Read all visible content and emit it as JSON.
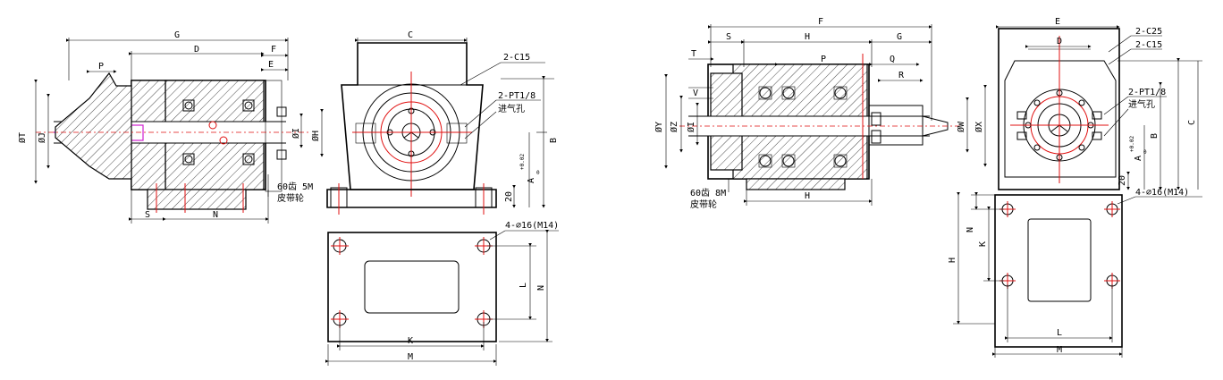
{
  "colors": {
    "line": "#000000",
    "center": "#e01010",
    "bore": "#d020d0",
    "background": "#ffffff"
  },
  "left": {
    "side": {
      "G": "G",
      "D": "D",
      "F": "F",
      "E": "E",
      "P": "P",
      "T": "ØT",
      "J": "ØJ",
      "I": "ØI",
      "H": "ØH",
      "S": "S",
      "N": "N",
      "belt": "60齿 5M",
      "belt2": "皮带轮"
    },
    "front": {
      "C": "C",
      "c15": "2-C15",
      "pt": "2-PT1/8",
      "air": "进气孔",
      "B": "B",
      "A": "A",
      "A_tol": "+0.02",
      "A_sub": "0",
      "h20": "20"
    },
    "base": {
      "holes": "4-⌀16(M14)",
      "L": "L",
      "N": "N",
      "K": "K",
      "M": "M"
    }
  },
  "right": {
    "side": {
      "F": "F",
      "H": "H",
      "G": "G",
      "S": "S",
      "T": "T",
      "P": "P",
      "Q": "Q",
      "R": "R",
      "V": "V",
      "Y": "ØY",
      "Z": "ØZ",
      "I": "ØI",
      "W": "ØW",
      "X": "ØX",
      "belt": "60齿 8M",
      "belt2": "皮带轮",
      "Hb": "H"
    },
    "front": {
      "E": "E",
      "D": "D",
      "c25": "2-C25",
      "c15": "2-C15",
      "pt": "2-PT1/8",
      "air": "进气孔",
      "B": "B",
      "C": "C",
      "A": "A",
      "A_tol": "+0.02",
      "A_sub": "0",
      "h20": "20"
    },
    "base": {
      "holes": "4-⌀16(M14)",
      "N": "N",
      "K": "K",
      "H": "H",
      "L": "L",
      "M": "M"
    }
  }
}
